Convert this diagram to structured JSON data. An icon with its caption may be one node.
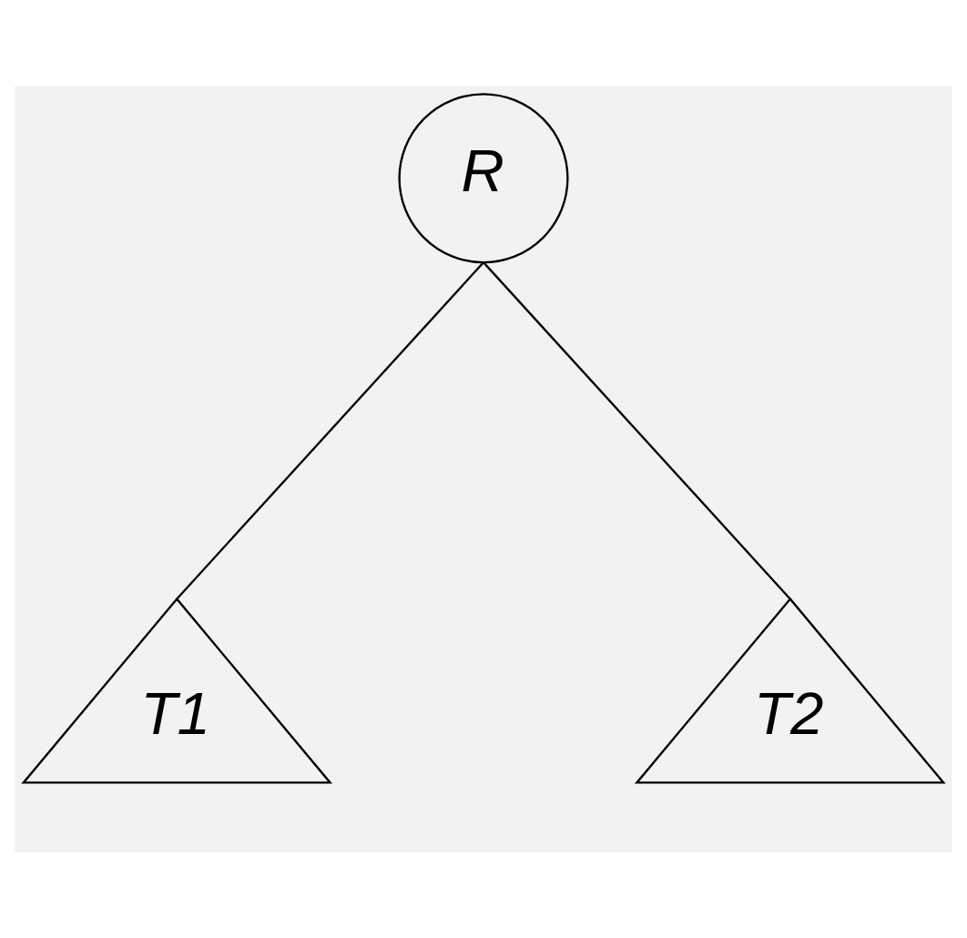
{
  "diagram": {
    "nodes": [
      {
        "text": [
          "R"
        ]
      },
      {
        "text": [
          "T1"
        ]
      },
      {
        "text": [
          "T2"
        ]
      }
    ],
    "edges": [
      {
        "from": 0,
        "to": 1,
        "arrow": "none"
      },
      {
        "from": 0,
        "to": 2,
        "arrow": "none"
      }
    ]
  }
}
